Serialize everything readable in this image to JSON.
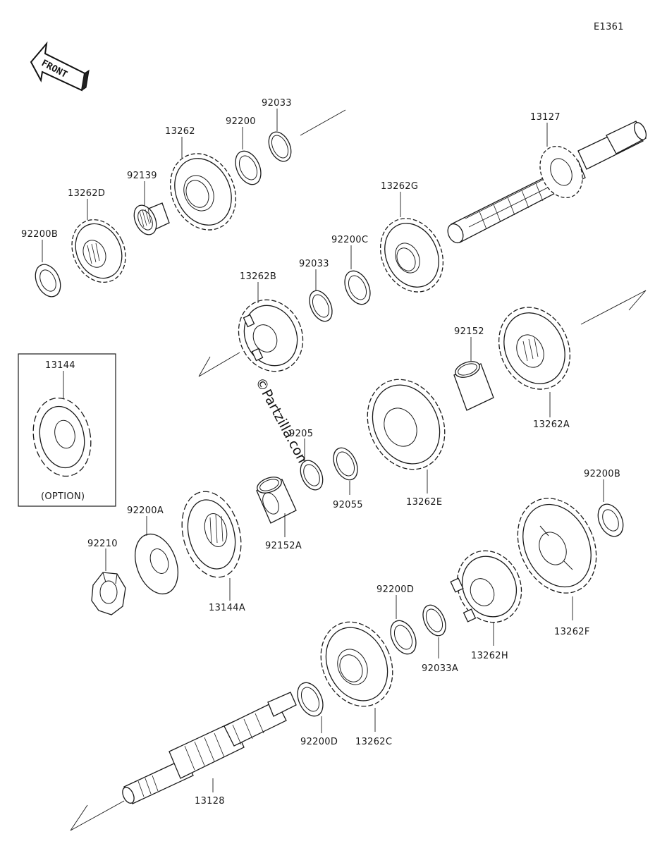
{
  "diagram_code": "E1361",
  "front_label": "FRONT",
  "watermark": "©Partzilla.com",
  "option_box": {
    "part": "13144",
    "caption": "(OPTION)"
  },
  "labels": {
    "p92033_top": "92033",
    "p92200_top": "92200",
    "p13262": "13262",
    "p92139": "92139",
    "p13262D": "13262D",
    "p92200B_left": "92200B",
    "p13127": "13127",
    "p13262G": "13262G",
    "p92200C": "92200C",
    "p92033_mid": "92033",
    "p13262B": "13262B",
    "p92152": "92152",
    "p13262A": "13262A",
    "p9205x": "9205",
    "p92055": "92055",
    "p13262E": "13262E",
    "p92200A": "92200A",
    "p92210": "92210",
    "p13144A": "13144A",
    "p92152A": "92152A",
    "p92200B_right": "92200B",
    "p92200D_top": "92200D",
    "p92033A": "92033A",
    "p13262H": "13262H",
    "p13262F": "13262F",
    "p92200D_bottom": "92200D",
    "p13262C": "13262C",
    "p13128": "13128"
  }
}
